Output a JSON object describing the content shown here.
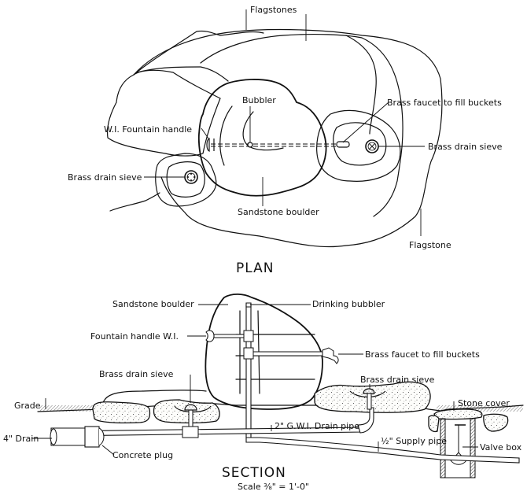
{
  "plan": {
    "title": "PLAN",
    "labels": {
      "flagstones": "Flagstones",
      "bubbler": "Bubbler",
      "fountain_handle": "W.I. Fountain handle",
      "brass_faucet": "Brass faucet to fill buckets",
      "brass_drain_sieve_right": "Brass drain sieve",
      "brass_drain_sieve_left": "Brass drain sieve",
      "sandstone_boulder": "Sandstone boulder",
      "flagstone": "Flagstone"
    }
  },
  "section": {
    "title": "SECTION",
    "scale": "Scale ⅜\" = 1'-0\"",
    "labels": {
      "sandstone_boulder": "Sandstone boulder",
      "drinking_bubbler": "Drinking bubbler",
      "fountain_handle": "Fountain handle W.I.",
      "brass_faucet": "Brass faucet to fill buckets",
      "brass_drain_sieve_left": "Brass drain sieve",
      "brass_drain_sieve_right": "Brass drain sieve",
      "grade": "Grade",
      "stone_cover": "Stone cover",
      "drain_4in": "4\" Drain",
      "gwi_drain_pipe": "2\" G.W.I. Drain pipe",
      "supply_pipe": "½\" Supply pipe",
      "valve_box": "Valve box",
      "concrete_plug": "Concrete plug"
    }
  }
}
